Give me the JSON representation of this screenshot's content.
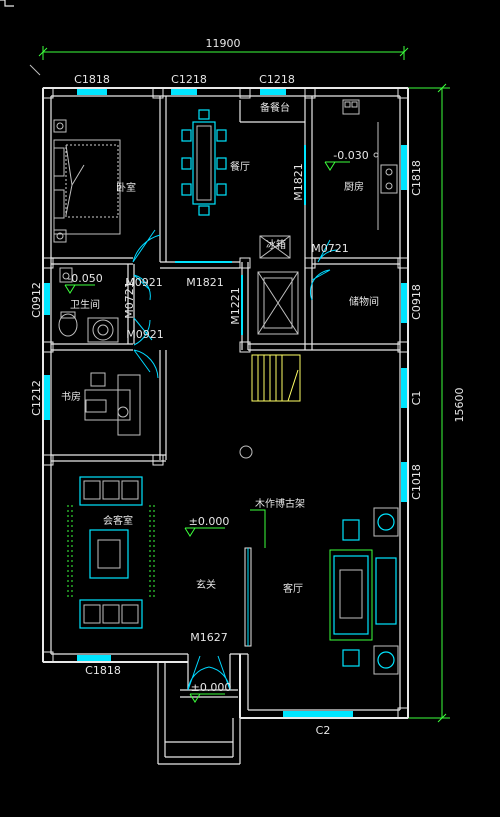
{
  "dimensions": {
    "overall_width": "11900",
    "overall_height": "15600"
  },
  "windows": {
    "c1818_top_left": "C1818",
    "c1218_top_mid": "C1218",
    "c1218_top_right": "C1218",
    "c1818_right": "C1818",
    "c0912_left": "C0912",
    "c0918_right": "C0918",
    "c1212_left": "C1212",
    "c1_right": "C1",
    "c1018_right": "C1018",
    "c1818_bottom": "C1818",
    "c2_bottom": "C2"
  },
  "doors": {
    "m1821_vertical": "M1821",
    "m0721_kitchen": "M0721",
    "m0921_upper": "M0921",
    "m0721_left": "M0721",
    "m1821_horizontal": "M1821",
    "m1221": "M1221",
    "m0921_lower": "M0921",
    "m1627": "M1627"
  },
  "rooms": {
    "bedroom": "卧室",
    "dining": "餐厅",
    "pantry": "备餐台",
    "kitchen": "厨房",
    "bathroom": "卫生间",
    "storage": "储物间",
    "study": "书房",
    "guest": "会客室",
    "foyer": "玄关",
    "living": "客厅",
    "shelf": "木作博古架"
  },
  "elevations": {
    "kitchen": "-0.030",
    "bathroom": "-0.050",
    "main": "±0.000",
    "entry": "±0.000"
  }
}
